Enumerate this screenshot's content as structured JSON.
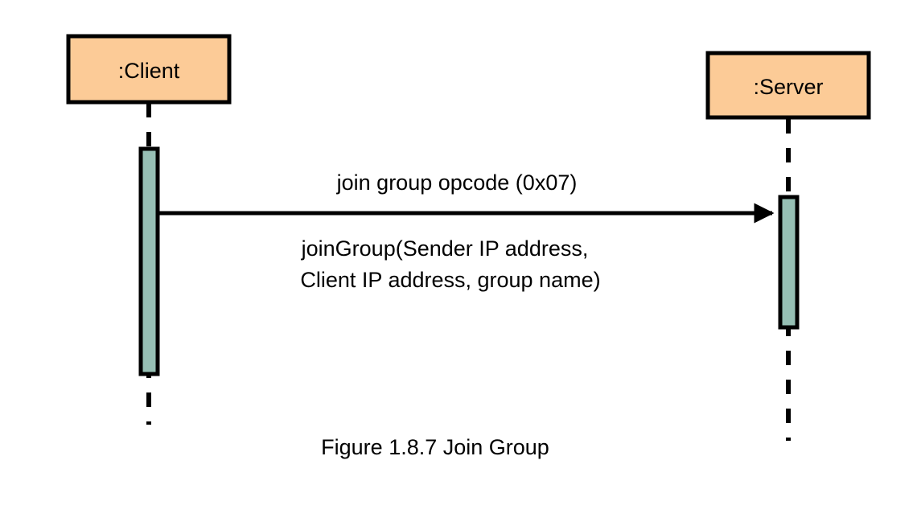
{
  "colors": {
    "actor_fill": "#fccb97",
    "activation_fill": "#96bfb4",
    "stroke": "#000000",
    "background": "#ffffff"
  },
  "actors": {
    "client": {
      "label": ":Client"
    },
    "server": {
      "label": ":Server"
    }
  },
  "message": {
    "opcode_label": "join group opcode (0x07)",
    "call_line1": "joinGroup(Sender IP address,",
    "call_line2": "Client IP address, group name)"
  },
  "caption": "Figure 1.8.7 Join Group"
}
